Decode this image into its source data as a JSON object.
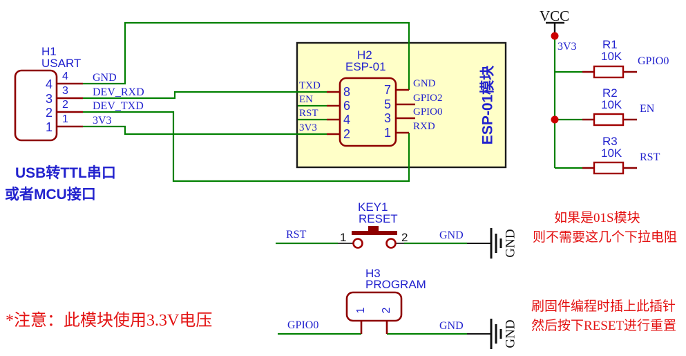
{
  "colors": {
    "wire_green": "#008000",
    "component_red": "#8E0000",
    "component_red_bright": "#A00000",
    "junction_red": "#CC0000",
    "label_blue": "#2222CE",
    "note_red": "#E31212",
    "module_fill": "#FFFFC8",
    "module_border": "#1A1A1A"
  },
  "h1": {
    "ref": "H1",
    "name": "USART",
    "pins": [
      {
        "num": "4",
        "net": "GND"
      },
      {
        "num": "3",
        "net": "DEV_RXD"
      },
      {
        "num": "2",
        "net": "DEV_TXD"
      },
      {
        "num": "1",
        "net": "3V3"
      }
    ],
    "caption_line1": "USB转TTL串口",
    "caption_line2": "或者MCU接口"
  },
  "esp": {
    "ref": "H2",
    "name": "ESP-01",
    "module_label": "ESP-01模块",
    "left_pins": [
      {
        "num": "8",
        "label": "TXD"
      },
      {
        "num": "6",
        "label": "EN"
      },
      {
        "num": "4",
        "label": "RST"
      },
      {
        "num": "2",
        "label": "3V3"
      }
    ],
    "right_pins": [
      {
        "num": "7",
        "label": "GND"
      },
      {
        "num": "5",
        "label": "GPIO2"
      },
      {
        "num": "3",
        "label": "GPIO0"
      },
      {
        "num": "1",
        "label": "RXD"
      }
    ]
  },
  "power": {
    "vcc": "VCC",
    "rail": "3V3",
    "resistors": [
      {
        "ref": "R1",
        "value": "10K",
        "net": "GPIO0"
      },
      {
        "ref": "R2",
        "value": "10K",
        "net": "EN"
      },
      {
        "ref": "R3",
        "value": "10K",
        "net": "RST"
      }
    ]
  },
  "key1": {
    "ref": "KEY1",
    "name": "RESET",
    "pin1": "1",
    "pin2": "2",
    "left_net": "RST",
    "right_net": "GND",
    "gnd_label": "GND"
  },
  "h3": {
    "ref": "H3",
    "name": "PROGRAM",
    "pin1": "1",
    "pin2": "2",
    "left_net": "GPIO0",
    "right_net": "GND",
    "gnd_label": "GND"
  },
  "notes": {
    "voltage": "*注意：此模块使用3.3V电压",
    "pulldown_line1": "如果是01S模块",
    "pulldown_line2": "则不需要这几个下拉电阻",
    "program_line1": "刷固件编程时插上此插针",
    "program_line2": "然后按下RESET进行重置"
  }
}
